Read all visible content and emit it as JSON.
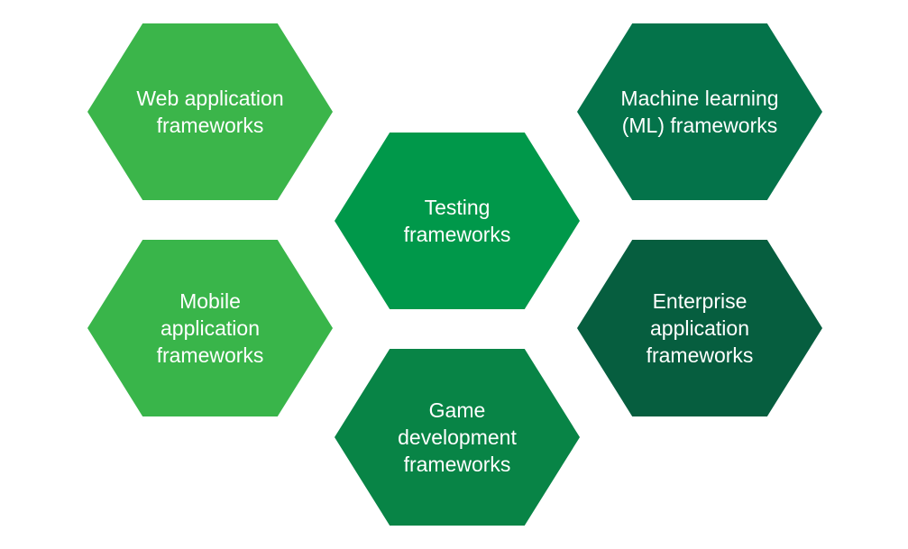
{
  "hexagons": [
    {
      "id": "web",
      "label": "Web application frameworks",
      "color": "#3bb54a"
    },
    {
      "id": "mobile",
      "label": "Mobile application frameworks",
      "color": "#39b54a"
    },
    {
      "id": "testing",
      "label": "Testing frameworks",
      "color": "#00984a"
    },
    {
      "id": "game",
      "label": "Game development frameworks",
      "color": "#088446"
    },
    {
      "id": "ml",
      "label": "Machine learning (ML) frameworks",
      "color": "#04734a"
    },
    {
      "id": "enterprise",
      "label": "Enterprise application frameworks",
      "color": "#065e3f"
    }
  ]
}
